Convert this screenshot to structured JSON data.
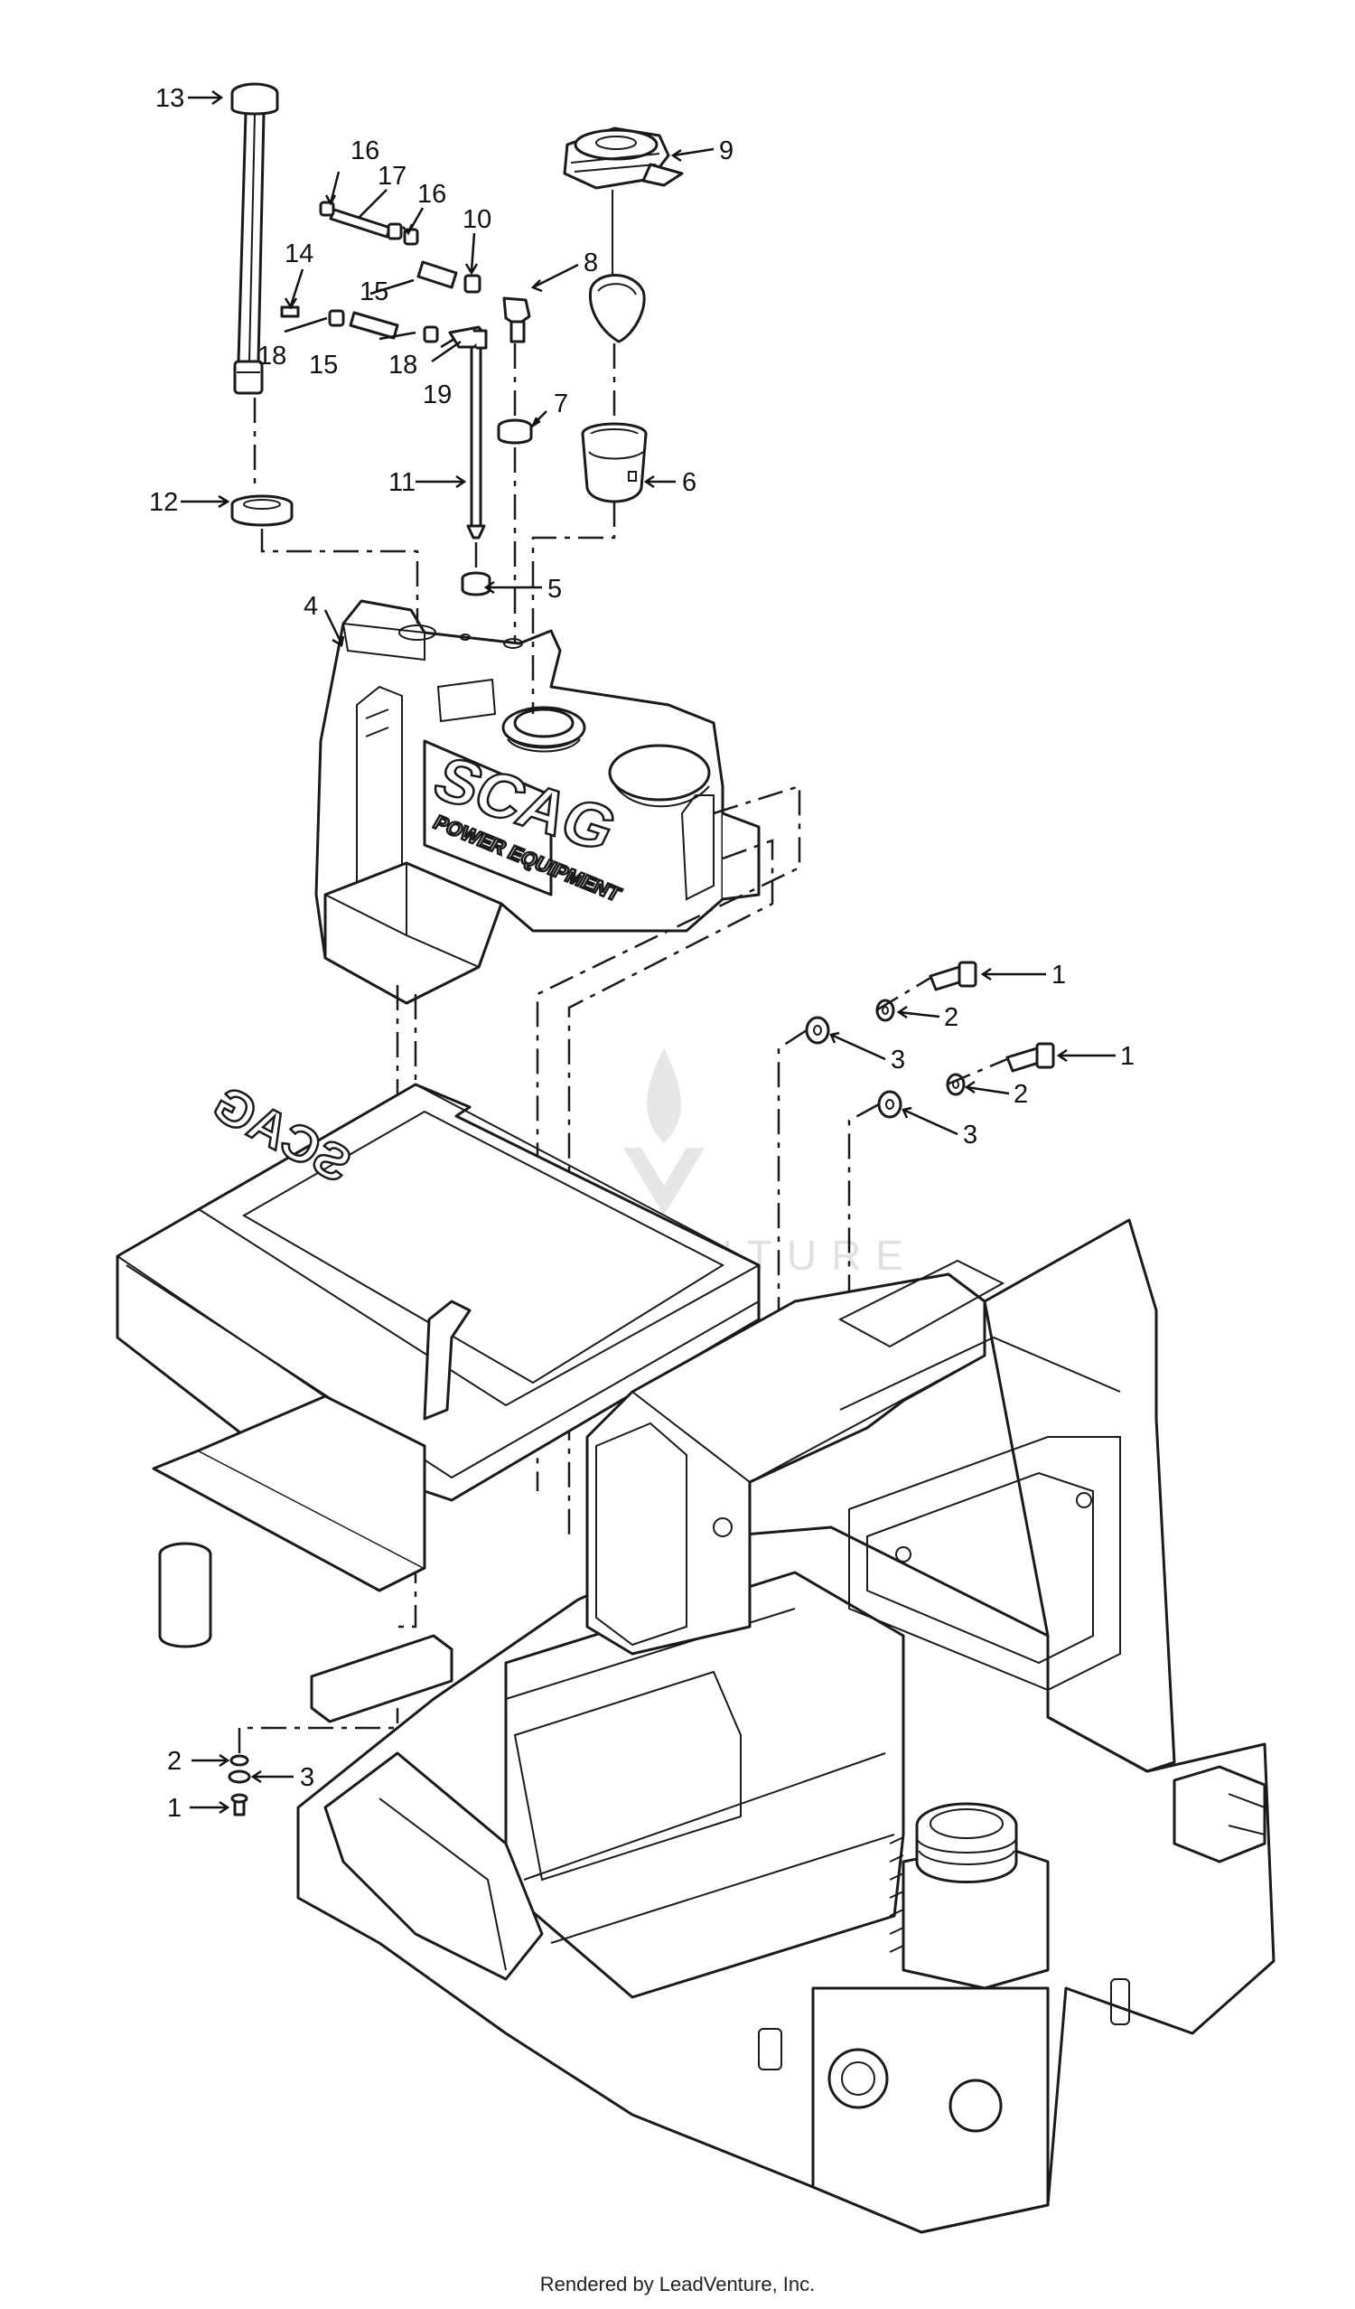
{
  "diagram": {
    "callouts": [
      {
        "id": "c13a",
        "label": "13"
      },
      {
        "id": "c16a",
        "label": "16"
      },
      {
        "id": "c17a",
        "label": "17"
      },
      {
        "id": "c16b",
        "label": "16"
      },
      {
        "id": "c10a",
        "label": "10"
      },
      {
        "id": "c14a",
        "label": "14"
      },
      {
        "id": "c15a",
        "label": "15"
      },
      {
        "id": "c8a",
        "label": "8"
      },
      {
        "id": "c9a",
        "label": "9"
      },
      {
        "id": "c18a",
        "label": "18"
      },
      {
        "id": "c15b",
        "label": "15"
      },
      {
        "id": "c18b",
        "label": "18"
      },
      {
        "id": "c19a",
        "label": "19"
      },
      {
        "id": "c7a",
        "label": "7"
      },
      {
        "id": "c11a",
        "label": "11"
      },
      {
        "id": "c6a",
        "label": "6"
      },
      {
        "id": "c12a",
        "label": "12"
      },
      {
        "id": "c5a",
        "label": "5"
      },
      {
        "id": "c4a",
        "label": "4"
      },
      {
        "id": "c1a",
        "label": "1"
      },
      {
        "id": "c2a",
        "label": "2"
      },
      {
        "id": "c3a",
        "label": "3"
      },
      {
        "id": "c1b",
        "label": "1"
      },
      {
        "id": "c2b",
        "label": "2"
      },
      {
        "id": "c3b",
        "label": "3"
      },
      {
        "id": "c2c",
        "label": "2"
      },
      {
        "id": "c3c",
        "label": "3"
      },
      {
        "id": "c1c",
        "label": "1"
      }
    ],
    "tank_logo": {
      "brand": "SCAG",
      "line2": "POWER EQUIPMENT"
    },
    "frame_logo": "SCAG",
    "watermark": "LEADVENTURE"
  },
  "footer": "Rendered by LeadVenture, Inc."
}
